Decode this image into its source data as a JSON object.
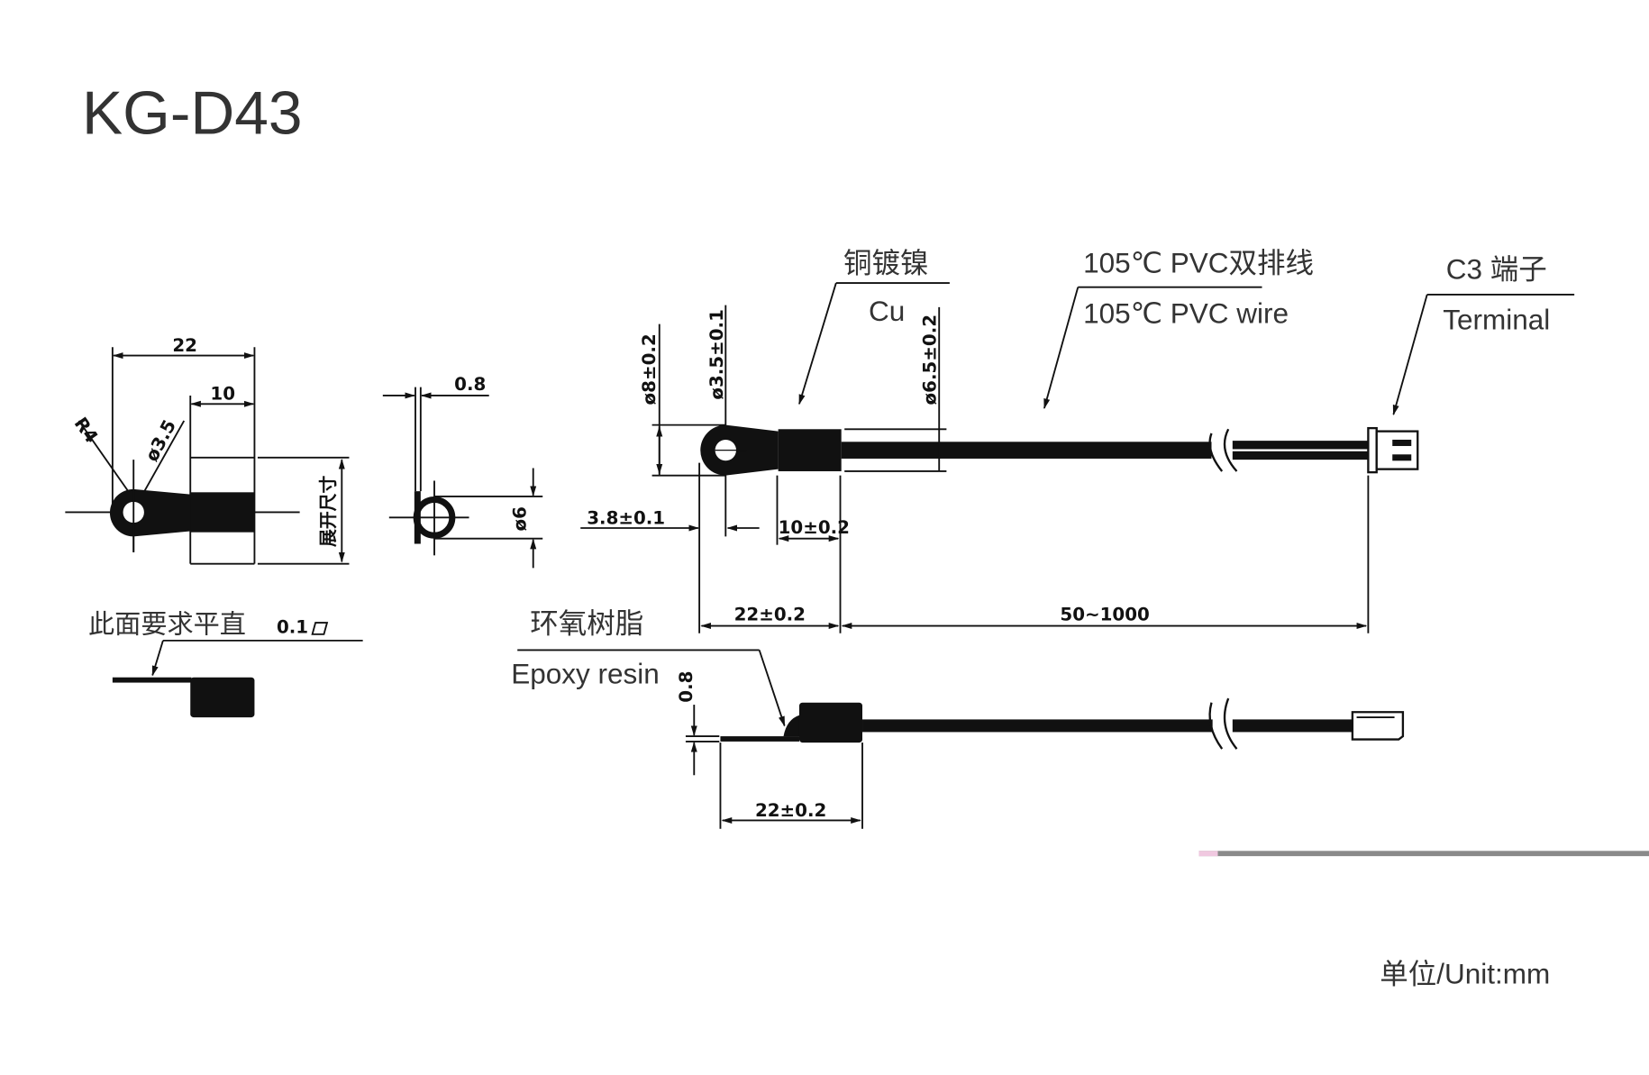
{
  "title": "KG-D43",
  "unit": "单位/Unit:mm",
  "left_view": {
    "dim_length": "22",
    "dim_sleeve": "10",
    "dim_radius": "R4",
    "dim_hole": "ø3.5",
    "dim_unfold": "展开尺寸"
  },
  "side_view": {
    "dim_thickness": "0.8",
    "dim_diameter": "ø6"
  },
  "flat_note": {
    "label": "此面要求平直",
    "tolerance": "0.1"
  },
  "main_view": {
    "dim_ring": "ø8±0.2",
    "dim_hole": "ø3.5±0.1",
    "dim_sleeve_dia": "ø6.5±0.2",
    "dim_offset": "3.8±0.1",
    "dim_sleeve_len": "10±0.2",
    "dim_head_len": "22±0.2",
    "dim_wire_len": "50~1000"
  },
  "callouts": {
    "plating_cn": "铜镀镍",
    "plating_en": "Cu",
    "wire_cn": "105℃ PVC双排线",
    "wire_en": "105℃ PVC wire",
    "terminal_cn": "C3 端子",
    "terminal_en": "Terminal",
    "epoxy_cn": "环氧树脂",
    "epoxy_en": "Epoxy resin"
  },
  "bottom_view": {
    "dim_thickness": "0.8",
    "dim_length": "22±0.2"
  }
}
